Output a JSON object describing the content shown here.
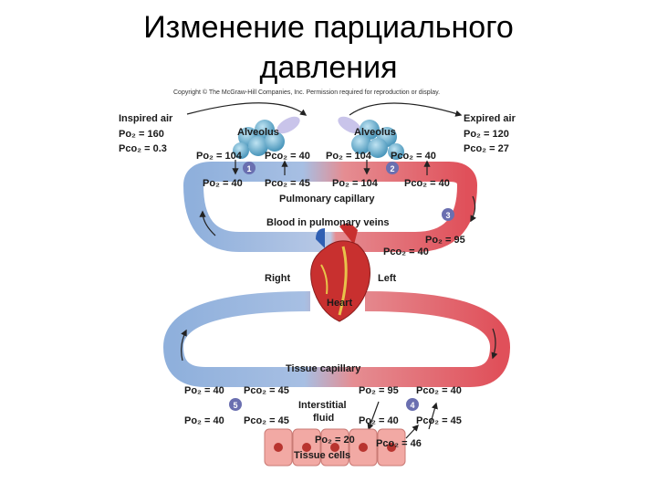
{
  "slide": {
    "title_line1": "Изменение парциального",
    "title_line2": "давления"
  },
  "copyright": "Copyright © The McGraw-Hill Companies, Inc. Permission required for reproduction or display.",
  "inspired_air": {
    "label": "Inspired air",
    "po2": "Po₂ = 160",
    "pco2": "Pco₂ = 0.3"
  },
  "expired_air": {
    "label": "Expired air",
    "po2": "Po₂ = 120",
    "pco2": "Pco₂ = 27"
  },
  "alveolus_left": {
    "label": "Alveolus",
    "po2": "Po₂ = 104",
    "pco2": "Pco₂ = 40"
  },
  "alveolus_right": {
    "label": "Alveolus",
    "po2": "Po₂ = 104",
    "pco2": "Pco₂ = 40"
  },
  "pulmonary_entry": {
    "po2": "Po₂ = 40",
    "pco2": "Pco₂ = 45"
  },
  "pulmonary_exit": {
    "po2": "Po₂ = 104",
    "pco2": "Pco₂ = 40"
  },
  "pulmonary_capillary": "Pulmonary capillary",
  "pulmonary_veins": "Blood in pulmonary veins",
  "pulmonary_vein_values": {
    "po2": "Po₂ = 95",
    "pco2": "Pco₂ = 40"
  },
  "heart": {
    "label": "Heart",
    "right": "Right",
    "left": "Left"
  },
  "tissue_capillary": "Tissue capillary",
  "tissue_entry": {
    "po2": "Po₂ = 95",
    "pco2": "Pco₂ = 40"
  },
  "tissue_exit": {
    "po2": "Po₂ = 40",
    "pco2": "Pco₂ = 45"
  },
  "interstitial_fluid": {
    "label_line1": "Interstitial",
    "label_line2": "fluid"
  },
  "interstitial_left": {
    "po2": "Po₂ = 40",
    "pco2": "Pco₂ = 45"
  },
  "interstitial_right": {
    "po2": "Po₂ = 40",
    "pco2": "Pco₂ = 45"
  },
  "tissue_cells": {
    "label": "Tissue cells",
    "po2": "Po₂ = 20",
    "pco2": "Pco₂ = 46"
  },
  "steps": [
    "1",
    "2",
    "3",
    "4",
    "5"
  ],
  "colors": {
    "deoxygenated": "#8fb0dc",
    "oxygenated": "#e0505a",
    "alveolus": "#5aa6c9",
    "badge": "#6a6fb0",
    "heart": "#c8302f",
    "tissue_cell": "#f2a9a4"
  }
}
